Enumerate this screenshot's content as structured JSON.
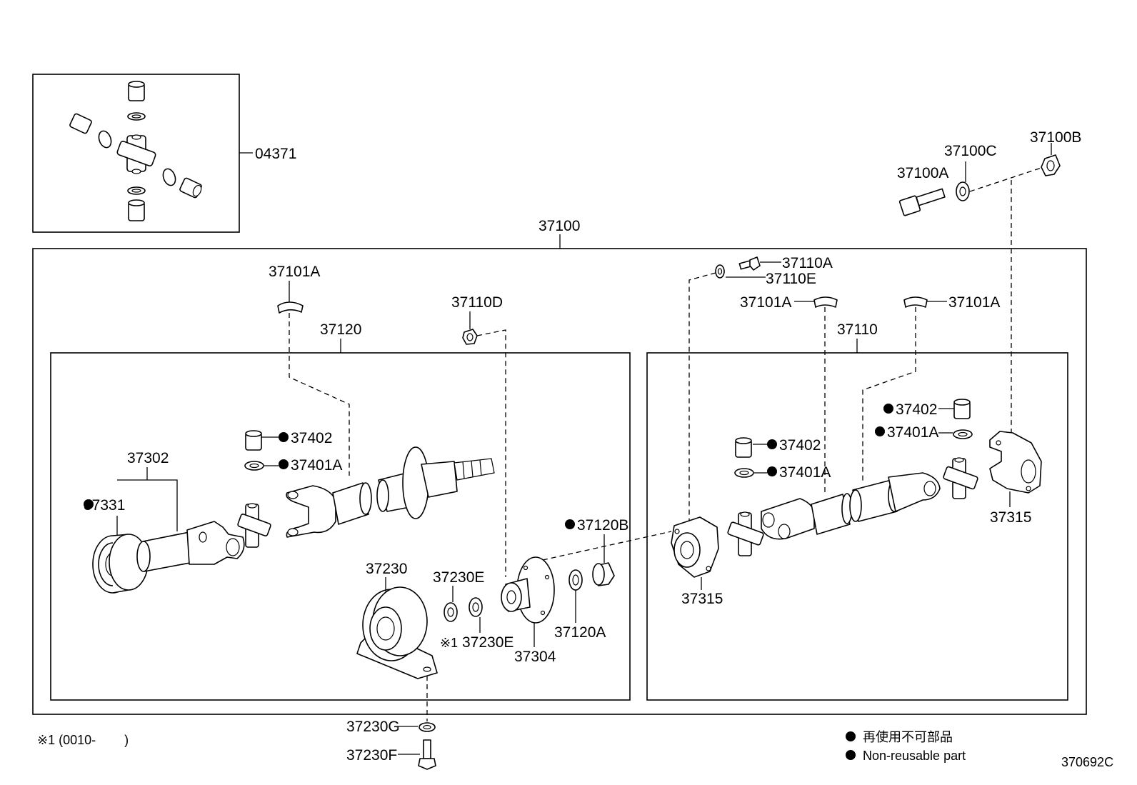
{
  "labels": {
    "ujoint_kit": "04371",
    "assembly": "37100",
    "bolt": "37100A",
    "washer": "37100C",
    "nut": "37100B",
    "clip_left": "37101A",
    "clip_mid": "37101A",
    "clip_right": "37101A",
    "shaft_front": "37120",
    "shaft_rear": "37110",
    "nut_center": "37110D",
    "bolt_small": "37110A",
    "washer_small": "37110E",
    "yoke_sleeve": "37302",
    "seal": "37331",
    "bearing_cup_l": "37402",
    "snap_ring_l": "37401A",
    "center_bearing": "37230",
    "cushion_1": "37230E",
    "cushion_2": "37230E",
    "cushion_2_mark": "※1",
    "flange_yoke": "37304",
    "washer_120a": "37120A",
    "nut_120b": "37120B",
    "flange_rear_left": "37315",
    "flange_rear_right": "37315",
    "bearing_cup_m": "37402",
    "snap_ring_m": "37401A",
    "bearing_cup_r": "37402",
    "snap_ring_r": "37401A",
    "washer_230g": "37230G",
    "bolt_230f": "37230F"
  },
  "footnote": "※1 (0010-        )",
  "legend": {
    "line_jp": "再使用不可部品",
    "line_en": "Non-reusable part"
  },
  "diagram_code": "370692C"
}
